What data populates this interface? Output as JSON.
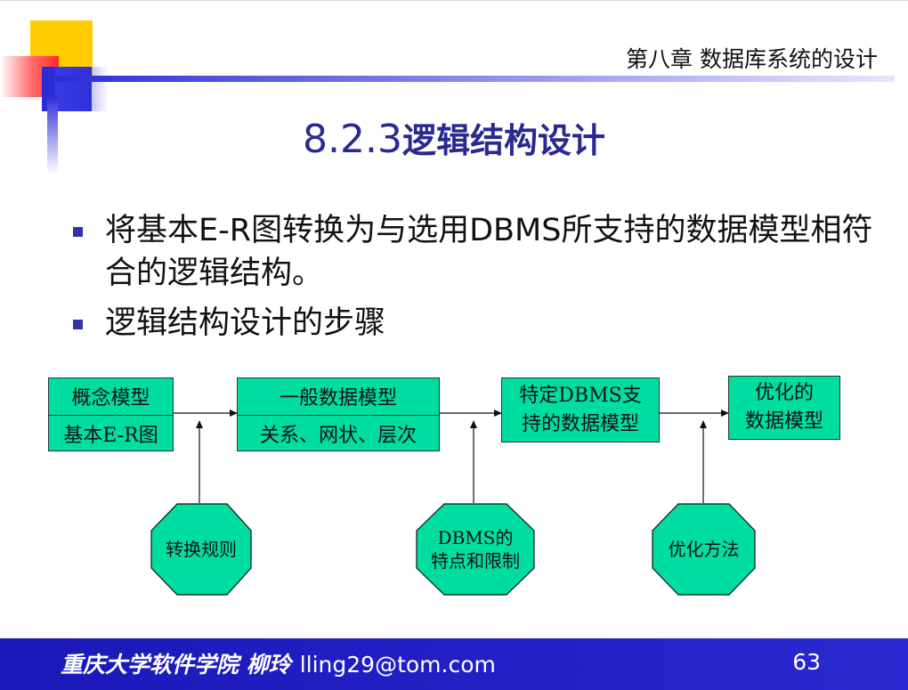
{
  "header": {
    "chapter": "第八章 数据库系统的设计"
  },
  "slide": {
    "title_num": "8.2.3",
    "title_text": "逻辑结构设计"
  },
  "bullets": [
    {
      "text": "将基本E-R图转换为与选用DBMS所支持的数据模型相符合的逻辑结构。"
    },
    {
      "text": "逻辑结构设计的步骤"
    }
  ],
  "flow": {
    "box1": {
      "top": "概念模型",
      "bottom": "基本E-R图"
    },
    "box2": {
      "top": "一般数据模型",
      "bottom": "关系、网状、层次"
    },
    "box3": {
      "line1": "特定DBMS支",
      "line2": "持的数据模型"
    },
    "box4": {
      "line1": "优化的",
      "line2": "数据模型"
    },
    "oct1": {
      "line1": "转换规则"
    },
    "oct2": {
      "line1": "DBMS的",
      "line2": "特点和限制"
    },
    "oct3": {
      "line1": "优化方法"
    }
  },
  "footer": {
    "school": "重庆大学软件学院 柳玲",
    "email": "lling29@tom.com",
    "page": "63"
  },
  "colors": {
    "accent": "#2a2a8e",
    "box_fill": "#00dda0",
    "footer_bg": "#1a18b8",
    "bullet": "#3333a8"
  }
}
